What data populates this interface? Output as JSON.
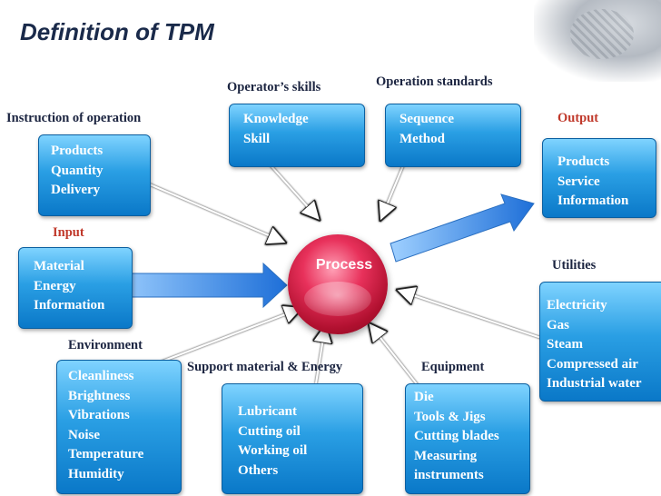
{
  "title": "Definition of TPM",
  "center": {
    "label": "Process"
  },
  "operator_skills": {
    "heading": "Operator’s skills",
    "items": [
      "Knowledge",
      "Skill"
    ]
  },
  "operation_standards": {
    "heading": "Operation standards",
    "items": [
      "Sequence",
      "Method"
    ]
  },
  "instruction": {
    "heading": "Instruction of operation",
    "items": [
      "Products",
      "Quantity",
      "Delivery"
    ]
  },
  "output": {
    "heading": "Output",
    "items": [
      "Products",
      "Service",
      "Information"
    ]
  },
  "input": {
    "heading": "Input",
    "items": [
      "Material",
      "Energy",
      "Information"
    ]
  },
  "utilities": {
    "heading": "Utilities",
    "items": [
      "Electricity",
      "Gas",
      "Steam",
      "Compressed air",
      "Industrial water"
    ]
  },
  "environment": {
    "heading": "Environment",
    "items": [
      "Cleanliness",
      "Brightness",
      "Vibrations",
      "Noise",
      "Temperature",
      "Humidity"
    ]
  },
  "support": {
    "heading": "Support material & Energy",
    "items": [
      "Lubricant",
      "Cutting oil",
      "Working oil",
      "Others"
    ]
  },
  "equipment": {
    "heading": "Equipment",
    "items": [
      "Die",
      "Tools & Jigs",
      "Cutting blades",
      "Measuring",
      "instruments"
    ]
  },
  "colors": {
    "box": "#2a9fe4",
    "process": "#e8315b",
    "arrow": "#1e7fd8",
    "accent_red": "#c0392b"
  }
}
